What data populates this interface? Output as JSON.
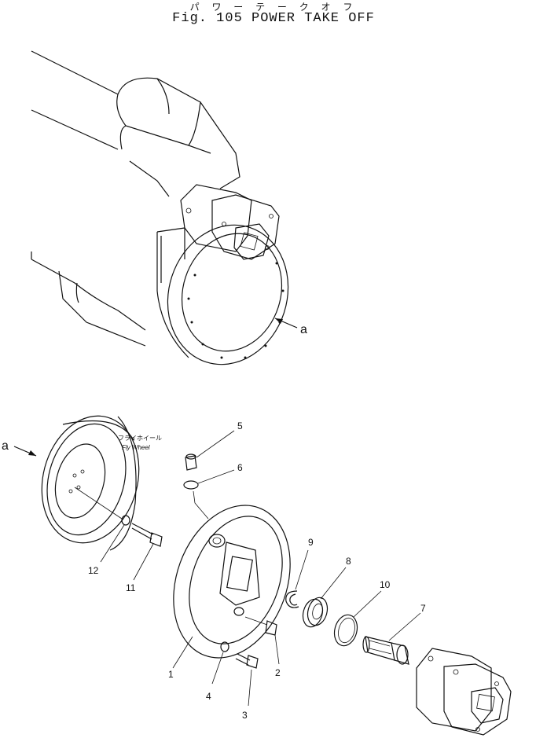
{
  "title": {
    "japanese": "パ ワ ー  テ ー ク  オ フ",
    "english": "Fig. 105 POWER TAKE OFF"
  },
  "view_labels": {
    "upper_arrow": "a",
    "lower_arrow": "a"
  },
  "flywheel_label": {
    "japanese": "フライホイール",
    "english": "Fly Wheel"
  },
  "callouts": [
    "1",
    "2",
    "3",
    "4",
    "5",
    "6",
    "7",
    "8",
    "9",
    "10",
    "11",
    "12"
  ]
}
